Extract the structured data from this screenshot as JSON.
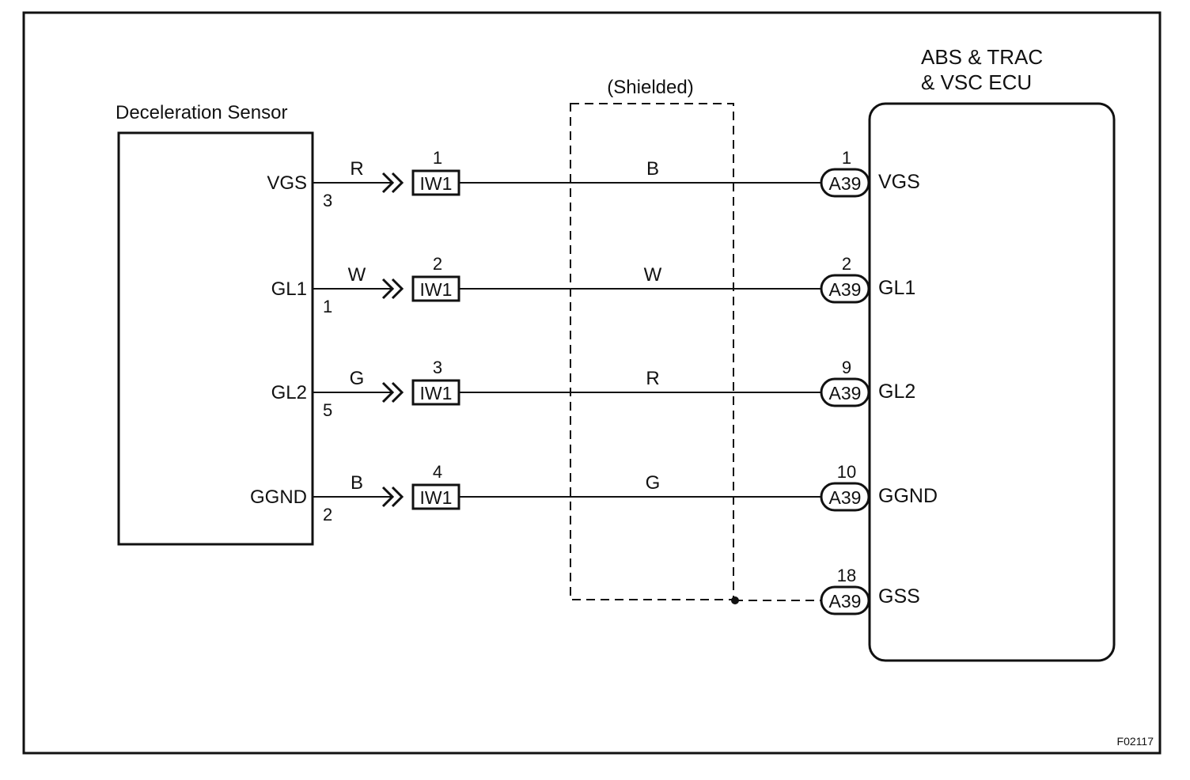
{
  "sensor": {
    "title": "Deceleration Sensor",
    "pins": [
      {
        "name": "VGS",
        "number": "3"
      },
      {
        "name": "GL1",
        "number": "1"
      },
      {
        "name": "GL2",
        "number": "5"
      },
      {
        "name": "GGND",
        "number": "2"
      }
    ]
  },
  "ecu": {
    "title_line1": "ABS  &  TRAC",
    "title_line2": "& VSC ECU",
    "pins": [
      {
        "name": "VGS",
        "number": "1",
        "connector": "A39"
      },
      {
        "name": "GL1",
        "number": "2",
        "connector": "A39"
      },
      {
        "name": "GL2",
        "number": "9",
        "connector": "A39"
      },
      {
        "name": "GGND",
        "number": "10",
        "connector": "A39"
      },
      {
        "name": "GSS",
        "number": "18",
        "connector": "A39"
      }
    ]
  },
  "junction": {
    "label": "IW1",
    "pins": [
      "1",
      "2",
      "3",
      "4"
    ]
  },
  "wires": [
    {
      "left_color": "R",
      "right_color": "B"
    },
    {
      "left_color": "W",
      "right_color": "W"
    },
    {
      "left_color": "G",
      "right_color": "R"
    },
    {
      "left_color": "B",
      "right_color": "G"
    }
  ],
  "shield": {
    "label": "(Shielded)"
  },
  "figure_code": "F02117"
}
